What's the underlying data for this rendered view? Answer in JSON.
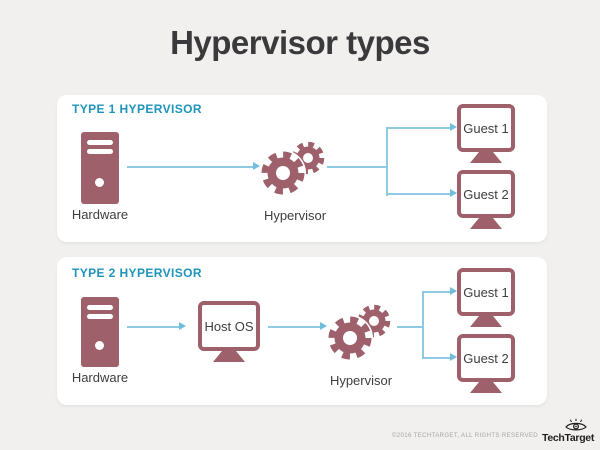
{
  "title": "Hypervisor types",
  "panel1": {
    "heading": "TYPE 1 HYPERVISOR",
    "hardware": "Hardware",
    "hypervisor": "Hypervisor",
    "guest1": "Guest 1",
    "guest2": "Guest 2"
  },
  "panel2": {
    "heading": "TYPE 2 HYPERVISOR",
    "hardware": "Hardware",
    "host_os": "Host OS",
    "hypervisor": "Hypervisor",
    "guest1": "Guest 1",
    "guest2": "Guest 2"
  },
  "footer": {
    "copyright": "©2016 TECHTARGET, ALL RIGHTS RESERVED",
    "brand": "TechTarget"
  },
  "colors": {
    "background": "#f1f0ee",
    "panel": "#ffffff",
    "mauve": "#9e606b",
    "heading_teal": "#1e94ba",
    "connector_blue": "#8ecbe3",
    "text_dark": "#3a3a3c"
  },
  "icons": {
    "server": "server-tower-icon",
    "gears": "gears-icon",
    "monitor": "monitor-icon",
    "eye": "eye-icon"
  }
}
